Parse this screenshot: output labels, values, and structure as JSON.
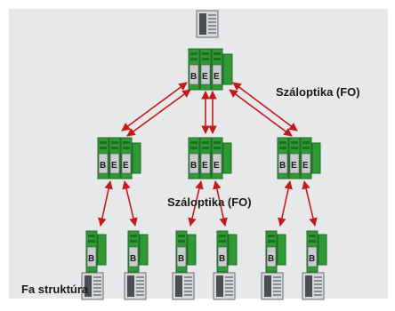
{
  "labels": {
    "fiber_top": "Száloptika (FO)",
    "fiber_mid": "Száloptika (FO)",
    "structure": "Fa struktúra"
  },
  "module_letters": {
    "b": "B",
    "e": "E"
  },
  "colors": {
    "background": "#ffffff",
    "panel": "#e6e8ea",
    "module_green": "#2f9a35",
    "module_dark": "#1f6e24",
    "label_face": "#c9ccce",
    "arrow": "#c41a1a",
    "text": "#1a1a1a"
  }
}
